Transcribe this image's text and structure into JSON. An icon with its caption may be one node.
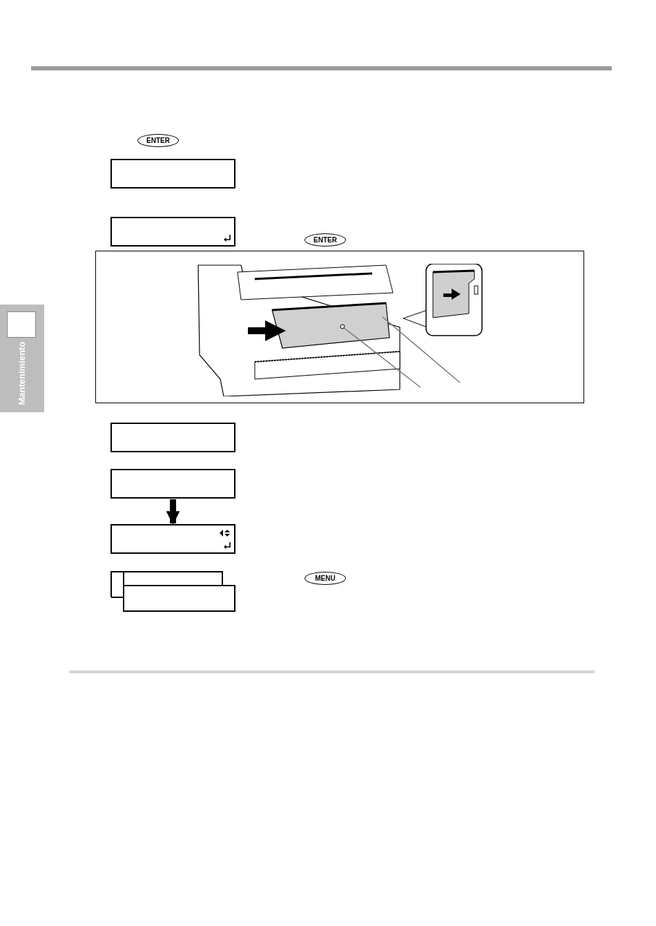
{
  "diagram": {
    "nodes": [
      {
        "text": [
          "ENTER"
        ]
      },
      {
        "text": [],
        "shape": "box"
      },
      {
        "text": [],
        "shape": "box"
      },
      {
        "text": [
          "ENTER"
        ]
      },
      {
        "text": [],
        "shape": "box"
      },
      {
        "text": [],
        "shape": "box"
      },
      {
        "text": [],
        "shape": "box"
      },
      {
        "text": [],
        "shape": "box"
      },
      {
        "text": [],
        "shape": "box"
      },
      {
        "text": [
          "MENU"
        ]
      },
      {
        "text": [
          "Mantenimiento"
        ]
      }
    ],
    "edges": [
      {
        "from": 5,
        "to": 6,
        "arrow": "to"
      }
    ]
  }
}
